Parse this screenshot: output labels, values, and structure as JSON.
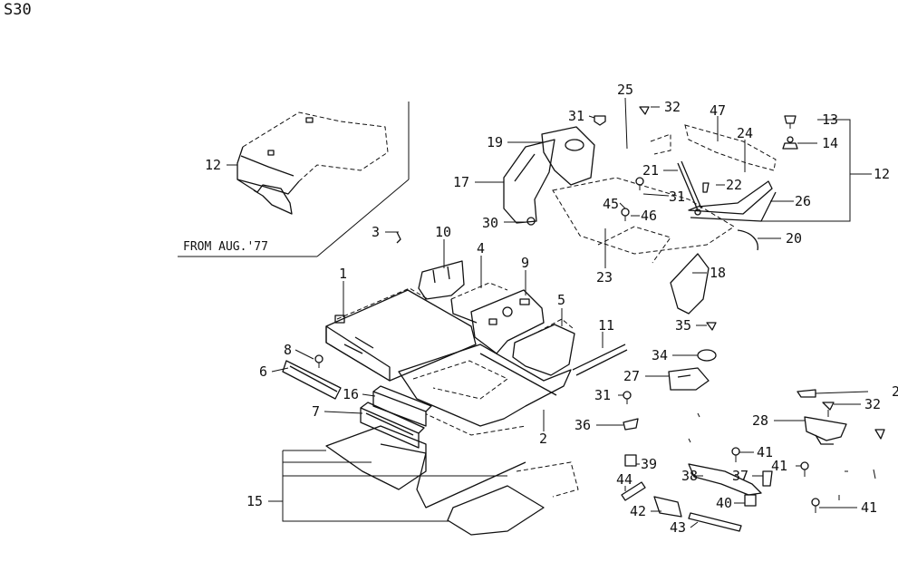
{
  "diagram": {
    "code": "S30",
    "inset_note": "FROM AUG.'77",
    "callouts": [
      {
        "id": "c12a",
        "text": "12"
      },
      {
        "id": "c3",
        "text": "3"
      },
      {
        "id": "c10",
        "text": "10"
      },
      {
        "id": "c4",
        "text": "4"
      },
      {
        "id": "c1",
        "text": "1"
      },
      {
        "id": "c9",
        "text": "9"
      },
      {
        "id": "c5",
        "text": "5"
      },
      {
        "id": "c11",
        "text": "11"
      },
      {
        "id": "c8",
        "text": "8"
      },
      {
        "id": "c6",
        "text": "6"
      },
      {
        "id": "c16",
        "text": "16"
      },
      {
        "id": "c7",
        "text": "7"
      },
      {
        "id": "c2",
        "text": "2"
      },
      {
        "id": "c15",
        "text": "15"
      },
      {
        "id": "c25",
        "text": "25"
      },
      {
        "id": "c32a",
        "text": "32"
      },
      {
        "id": "c31a",
        "text": "31"
      },
      {
        "id": "c47",
        "text": "47"
      },
      {
        "id": "c13",
        "text": "13"
      },
      {
        "id": "c19",
        "text": "19"
      },
      {
        "id": "c24",
        "text": "24"
      },
      {
        "id": "c14",
        "text": "14"
      },
      {
        "id": "c17",
        "text": "17"
      },
      {
        "id": "c21",
        "text": "21"
      },
      {
        "id": "c22",
        "text": "22"
      },
      {
        "id": "c12b",
        "text": "12"
      },
      {
        "id": "c31b",
        "text": "31"
      },
      {
        "id": "c26",
        "text": "26"
      },
      {
        "id": "c45",
        "text": "45"
      },
      {
        "id": "c46",
        "text": "46"
      },
      {
        "id": "c30",
        "text": "30"
      },
      {
        "id": "c20",
        "text": "20"
      },
      {
        "id": "c23",
        "text": "23"
      },
      {
        "id": "c18",
        "text": "18"
      },
      {
        "id": "c35",
        "text": "35"
      },
      {
        "id": "c34",
        "text": "34"
      },
      {
        "id": "c27",
        "text": "27"
      },
      {
        "id": "c31c",
        "text": "31"
      },
      {
        "id": "c2b",
        "text": "2"
      },
      {
        "id": "c32b",
        "text": "32"
      },
      {
        "id": "c36",
        "text": "36"
      },
      {
        "id": "c28",
        "text": "28"
      },
      {
        "id": "c39",
        "text": "39"
      },
      {
        "id": "c41a",
        "text": "41"
      },
      {
        "id": "c44",
        "text": "44"
      },
      {
        "id": "c38",
        "text": "38"
      },
      {
        "id": "c37",
        "text": "37"
      },
      {
        "id": "c41b",
        "text": "41"
      },
      {
        "id": "c40",
        "text": "40"
      },
      {
        "id": "c42",
        "text": "42"
      },
      {
        "id": "c41c",
        "text": "41"
      },
      {
        "id": "c43",
        "text": "43"
      }
    ]
  }
}
